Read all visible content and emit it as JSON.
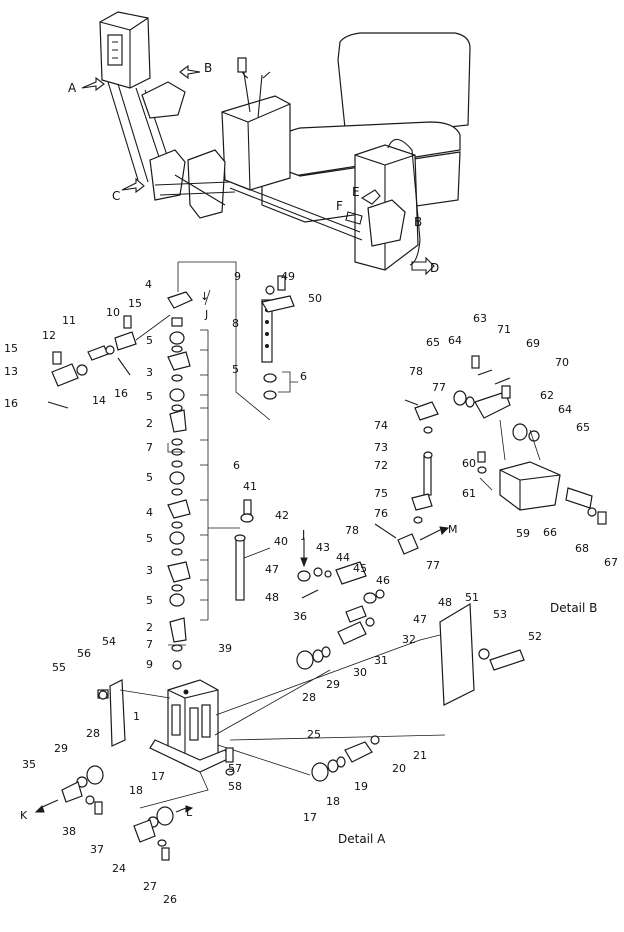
{
  "overview": {
    "view_letters": [
      "A",
      "B",
      "C",
      "D",
      "E",
      "F"
    ]
  },
  "detail_a": {
    "caption": "Detail A",
    "direction_labels": [
      "J",
      "J",
      "K",
      "L"
    ],
    "part_numbers": [
      "1",
      "2",
      "2",
      "3",
      "3",
      "4",
      "4",
      "5",
      "5",
      "5",
      "5",
      "5",
      "5",
      "6",
      "6",
      "7",
      "7",
      "8",
      "9",
      "9",
      "10",
      "11",
      "12",
      "13",
      "14",
      "15",
      "15",
      "16",
      "16",
      "17",
      "17",
      "18",
      "18",
      "19",
      "20",
      "21",
      "24",
      "25",
      "26",
      "27",
      "28",
      "28",
      "29",
      "29",
      "30",
      "31",
      "32",
      "35",
      "36",
      "37",
      "38",
      "39",
      "40",
      "41",
      "42",
      "43",
      "44",
      "45",
      "46",
      "47",
      "47",
      "48",
      "48",
      "49",
      "50",
      "51",
      "52",
      "53",
      "54",
      "55",
      "56",
      "57",
      "58"
    ]
  },
  "detail_b": {
    "caption": "Detail B",
    "direction_labels": [
      "M"
    ],
    "part_numbers": [
      "59",
      "60",
      "61",
      "62",
      "63",
      "64",
      "64",
      "65",
      "65",
      "66",
      "67",
      "68",
      "69",
      "70",
      "71",
      "72",
      "73",
      "74",
      "75",
      "76",
      "77",
      "77",
      "78",
      "78"
    ]
  }
}
